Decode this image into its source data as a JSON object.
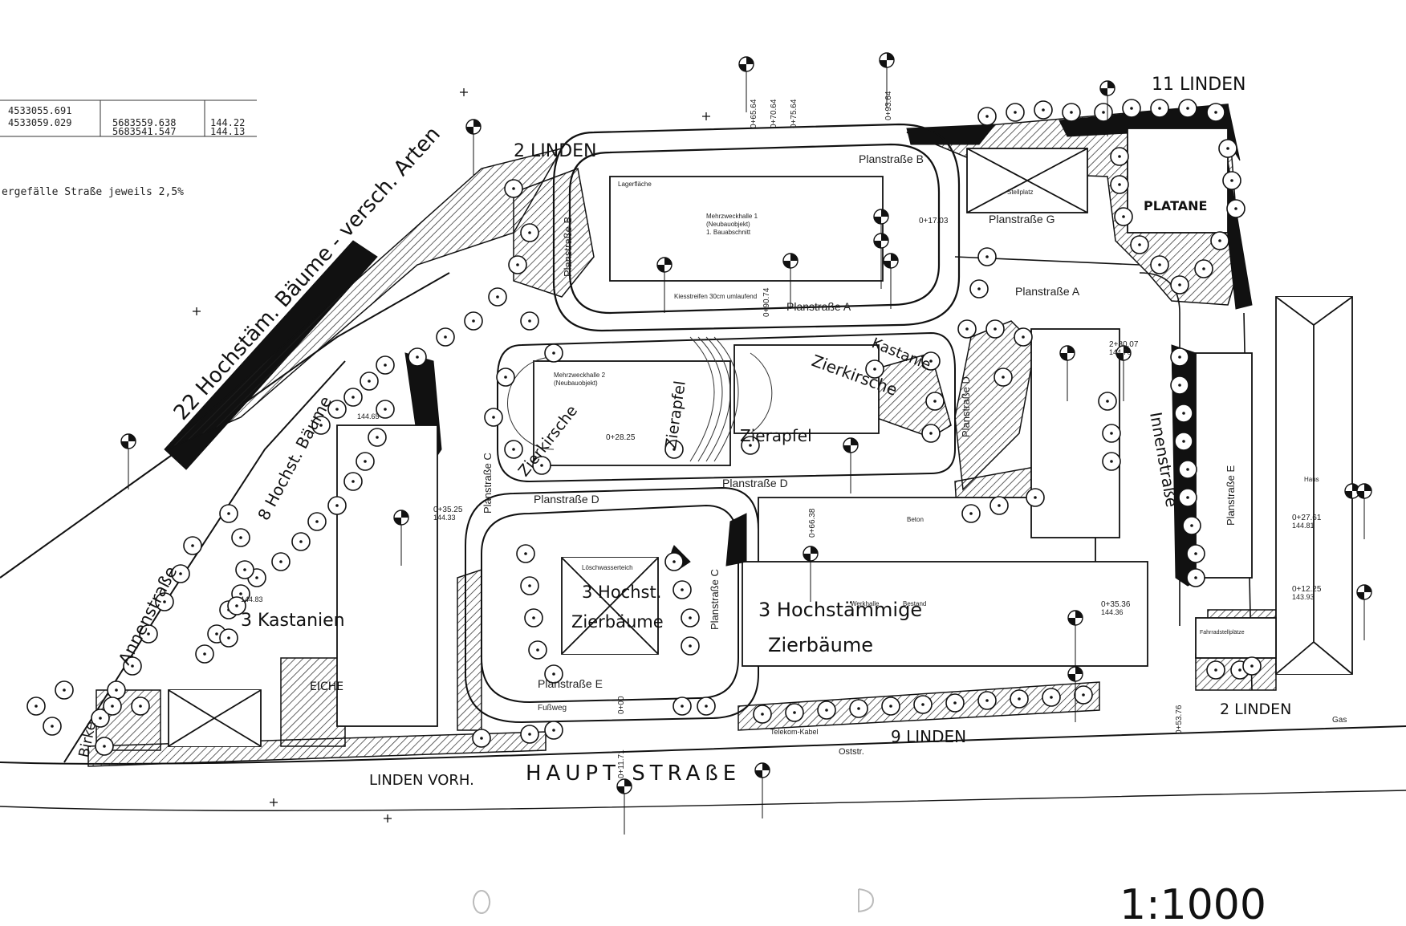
{
  "coords": {
    "x1": "4533055.691",
    "x2": "4533059.029",
    "y1": "5683559.638",
    "y2": "5683541.547",
    "z1": "144.22",
    "z2": "144.13"
  },
  "note_slope": "ergefälle Straße jeweils 2,5%",
  "labels": {
    "linden_2_top": "2 LINDEN",
    "linden_11": "11 LINDEN",
    "platane": "PLATANE",
    "hochstaem_22": "22 Hochstäm. Bäume - versch. Arten",
    "hochst_8": "8 Hochst. Bäume",
    "kastanien_3": "3 Kastanien",
    "annenstrasse": "Annenstraße",
    "birke": "Birke",
    "eiche": "EICHE",
    "zierkirsche_left": "Zierkirsche",
    "zierapfel_vert": "Zierapfel",
    "zierapfel": "Zierapfel",
    "kastanie": "Kastanie",
    "zierkirsche_right": "Zierkirsche",
    "innenstrasse": "Innenstraße",
    "hochst_3": "3 Hochst.",
    "zierbaeume_a": "Zierbäume",
    "hochstaemmige_3": "3 Hochstämmige",
    "zierbaeume_b": "Zierbäume",
    "linden_9": "9 LINDEN",
    "linden_2_right": "2 LINDEN",
    "linden_vorh": "LINDEN VORH.",
    "haupt_strasse": "HAUPT STRAßE",
    "scale": "1:1000"
  },
  "streets": {
    "plan_a_top": "Planstraße A",
    "plan_a_mid": "Planstraße A",
    "plan_b": "Planstraße B",
    "plan_b_vert": "Planstraße B",
    "plan_c": "Planstraße C",
    "plan_c2": "Planstraße C",
    "plan_d": "Planstraße D",
    "plan_d2": "Planstraße D",
    "plan_d_vert": "Planstraße D",
    "plan_e": "Planstraße E",
    "plan_e_vert": "Planstraße E",
    "plan_g": "Planstraße G",
    "fussweg": "Fußweg",
    "oststr": "Oststr.",
    "telekom": "Telekom-Kabel",
    "gas": "Gas"
  },
  "buildings": {
    "hall1": "Mehrzweckhalle 1",
    "hall1_sub": "(Neubauobjekt)",
    "hall1_sub2": "1. Bauabschnitt",
    "hall2": "Mehrzweckhalle 2",
    "hall2_sub": "(Neubauobjekt)",
    "lager": "Lagerfläche",
    "bestand": "Bestand",
    "werkhalle": "Werkhalle",
    "loeschwasser": "Löschwasserteich",
    "fahrrad": "Fahrradstellplätze",
    "stellplatz": "Stellplatz",
    "haus": "Haus",
    "beton": "Beton",
    "kiesstreifen": "Kiesstreifen 30cm umlaufend"
  },
  "stations": {
    "s1": "0+93.64",
    "s2": "0+65.64",
    "s3": "0+70.64",
    "s4": "0+75.64",
    "s5": "0+17.03",
    "s6": "0+90.74",
    "s7": "2+80.07",
    "s8": "0+28.25",
    "s9": "0+35.25",
    "s10": "0+66.38",
    "s11": "0+27.61",
    "s12": "0+12.25",
    "s13": "0+35.36",
    "s14": "0+53.76",
    "s15": "0+11.71",
    "s16": "0+00"
  },
  "elevations": {
    "e1": "144.65",
    "e2": "144.83",
    "e3": "144.70",
    "e4": "144.81",
    "e5": "143.93",
    "e6": "144.33",
    "e7": "144.36"
  },
  "colors": {
    "ink": "#111111",
    "paper": "#ffffff",
    "hatch": "#222222"
  }
}
